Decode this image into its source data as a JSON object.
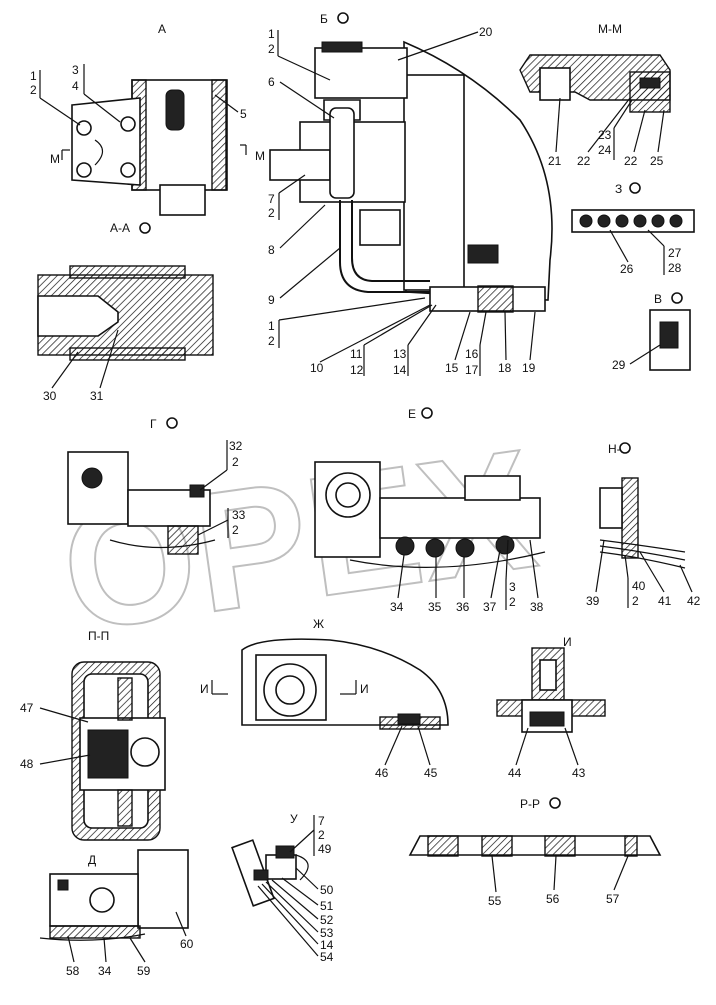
{
  "watermark": "OPEX",
  "views": {
    "A": {
      "title": "А",
      "section_mark": "М"
    },
    "AA": {
      "title": "А-А"
    },
    "B": {
      "title": "Б"
    },
    "MM": {
      "title": "М-М"
    },
    "Z": {
      "title": "З"
    },
    "V": {
      "title": "В"
    },
    "G": {
      "title": "Г"
    },
    "E": {
      "title": "Е"
    },
    "NN": {
      "title": "Н-Н"
    },
    "PP": {
      "title": "П-П"
    },
    "ZH": {
      "title": "Ж",
      "section_mark": "И"
    },
    "I": {
      "title": "И"
    },
    "RR": {
      "title": "Р-Р"
    },
    "U": {
      "title": "У"
    },
    "D": {
      "title": "Д"
    }
  },
  "callouts": {
    "c1_2_a": [
      "1",
      "2"
    ],
    "c3_4": [
      "3",
      "4"
    ],
    "c5": "5",
    "c1_2_b": [
      "1",
      "2"
    ],
    "c6": "6",
    "c7_2": [
      "7",
      "2"
    ],
    "c8": "8",
    "c9": "9",
    "c1_2_c": [
      "1",
      "2"
    ],
    "c10": "10",
    "c11_12": [
      "11",
      "12"
    ],
    "c13_14": [
      "13",
      "14"
    ],
    "c15": "15",
    "c16_17": [
      "16",
      "17"
    ],
    "c18": "18",
    "c19": "19",
    "c20": "20",
    "c21": "21",
    "c22a": "22",
    "c23_24": [
      "23",
      "24"
    ],
    "c22b": "22",
    "c25": "25",
    "c26": "26",
    "c27_28": [
      "27",
      "28"
    ],
    "c29": "29",
    "c30": "30",
    "c31": "31",
    "c32_2": [
      "32",
      "2"
    ],
    "c33_2": [
      "33",
      "2"
    ],
    "c34a": "34",
    "c35": "35",
    "c36": "36",
    "c37": "37",
    "c3_2": [
      "3",
      "2"
    ],
    "c38": "38",
    "c39": "39",
    "c40_2": [
      "40",
      "2"
    ],
    "c41": "41",
    "c42": "42",
    "c47": "47",
    "c48": "48",
    "c46": "46",
    "c45": "45",
    "c44": "44",
    "c43": "43",
    "c7_2_49": [
      "7",
      "2",
      "49"
    ],
    "c50": "50",
    "c51": "51",
    "c52": "52",
    "c53": "53",
    "c14": "14",
    "c54": "54",
    "c55": "55",
    "c56": "56",
    "c57": "57",
    "c58": "58",
    "c34b": "34",
    "c59": "59",
    "c60": "60"
  }
}
